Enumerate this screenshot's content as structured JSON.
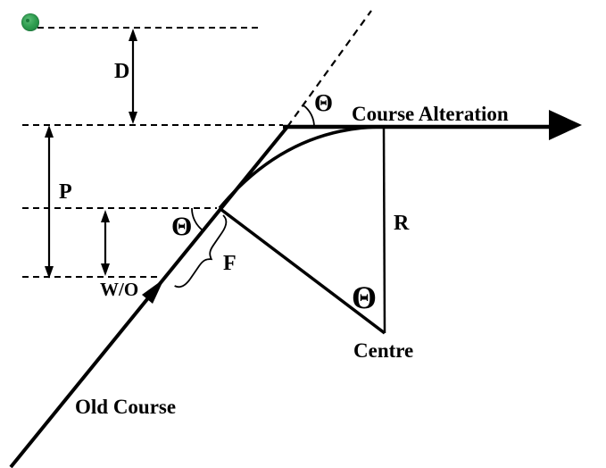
{
  "diagram": {
    "labels": {
      "theta": "Θ",
      "d": "D",
      "p": "P",
      "wo": "W/O",
      "f": "F",
      "r": "R",
      "course_alteration": "Course Alteration",
      "centre": "Centre",
      "old_course": "Old Course"
    },
    "colors": {
      "ink": "#000000",
      "background": "#ffffff",
      "marker_green": "#2f9e50"
    }
  }
}
